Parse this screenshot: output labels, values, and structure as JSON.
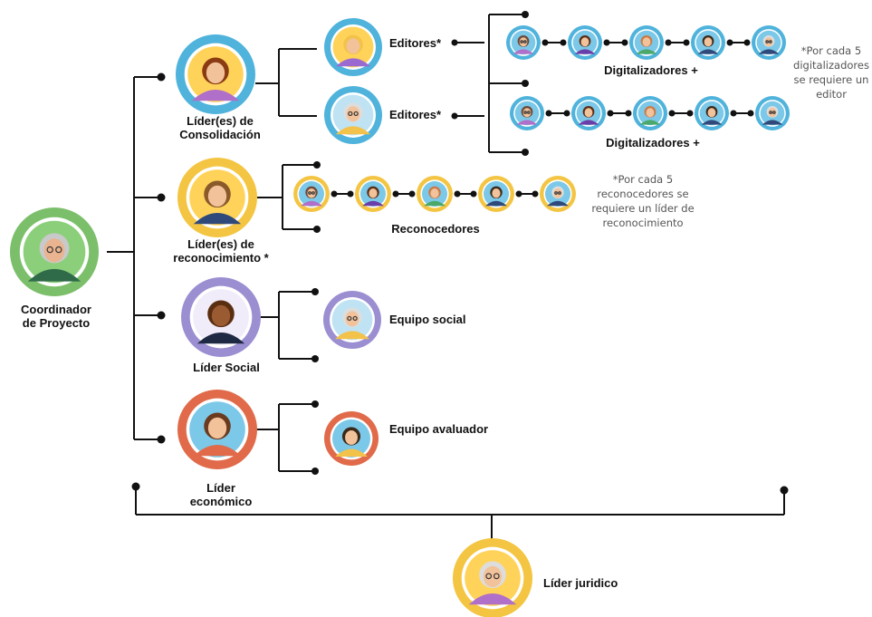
{
  "nodes": {
    "coordinador": {
      "label_lines": [
        "Coordinador",
        "de Proyecto"
      ],
      "ring": "#7bbf6a",
      "bg": "#8ccf7a"
    },
    "consolidacion": {
      "label_lines": [
        "Líder(es) de",
        "Consolidación"
      ],
      "ring": "#4fb3dc",
      "bg": "#ffd35a"
    },
    "reconocimiento": {
      "label_lines": [
        "Líder(es) de",
        "reconocimiento *"
      ],
      "ring": "#f4c542",
      "bg": "#ffd35a"
    },
    "social": {
      "label_lines": [
        "Líder Social"
      ],
      "ring": "#9b8fd1",
      "bg": "#f0ecf9"
    },
    "economico": {
      "label_lines": [
        "Líder",
        "económico"
      ],
      "ring": "#e06a4a",
      "bg": "#7cc8e8"
    },
    "juridico": {
      "label_lines": [
        "Líder juridico"
      ],
      "ring": "#f4c542",
      "bg": "#ffd35a"
    }
  },
  "editores": {
    "label": "Editores*",
    "ring": "#4fb3dc",
    "bg": "#ffd35a"
  },
  "digitalizadores": {
    "label": "Digitalizadores +"
  },
  "reconocedores": {
    "label": "Reconocedores"
  },
  "equipo_social": {
    "label": "Equipo social",
    "ring": "#9b8fd1"
  },
  "equipo_avaluador": {
    "label": "Equipo avaluador",
    "ring": "#e06a4a"
  },
  "notes": {
    "digitalizadores": [
      "*Por cada 5",
      "digitalizadores",
      "se requiere un",
      "editor"
    ],
    "reconocedores": [
      "*Por cada 5",
      "reconocedores se",
      "requiere un líder de",
      "reconocimiento"
    ]
  },
  "colors": {
    "line": "#111111",
    "small_ring": "#f4c542",
    "small_ring_blue": "#4fb3dc",
    "small_bg": "#7cc8e8"
  },
  "icons": [
    "person-avatar-icon",
    "connector-dot-icon"
  ]
}
